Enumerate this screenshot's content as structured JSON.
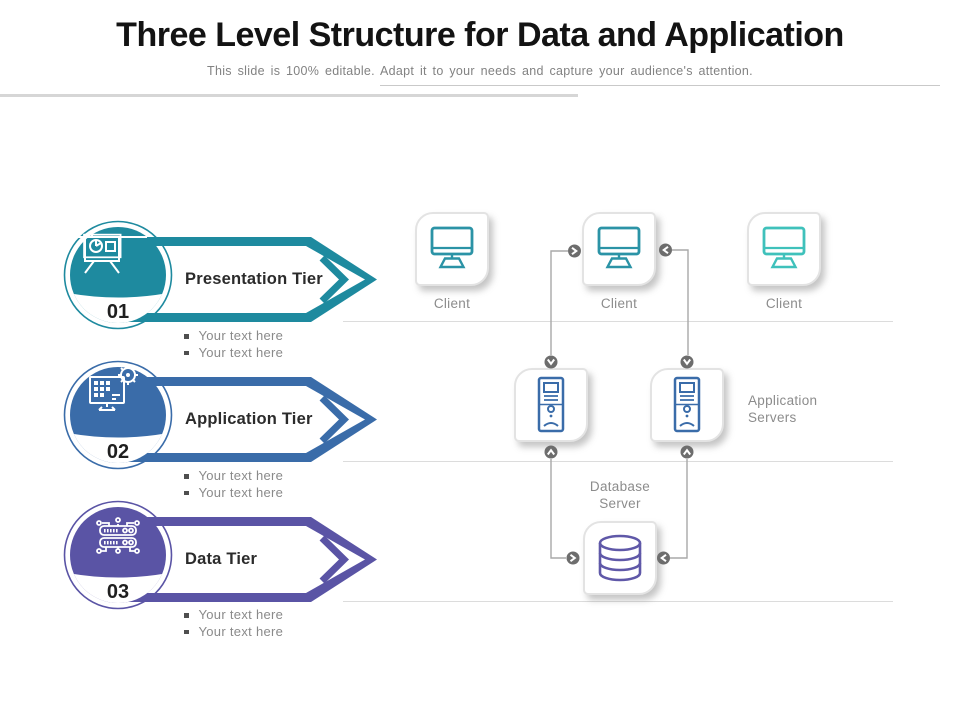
{
  "slide": {
    "title": "Three Level Structure for Data and Application",
    "subtitle": "This slide is 100% editable. Adapt it to your needs and capture your audience's attention."
  },
  "tiers": [
    {
      "number": "01",
      "title": "Presentation Tier",
      "color": "#1e8a9f",
      "icon": "presentation-screen-icon",
      "bullets": [
        "Your text here",
        "Your text here"
      ]
    },
    {
      "number": "02",
      "title": "Application Tier",
      "color": "#3a6ca9",
      "icon": "application-window-gear-icon",
      "bullets": [
        "Your text here",
        "Your text here"
      ]
    },
    {
      "number": "03",
      "title": "Data Tier",
      "color": "#5a54a5",
      "icon": "server-rack-icon",
      "bullets": [
        "Your text here",
        "Your text here"
      ]
    }
  ],
  "network": {
    "clients": [
      {
        "label": "Client",
        "icon": "monitor-icon",
        "icon_color": "#2b93a6"
      },
      {
        "label": "Client",
        "icon": "monitor-icon",
        "icon_color": "#2b93a6"
      },
      {
        "label": "Client",
        "icon": "monitor-icon",
        "icon_color": "#3fc1bb"
      }
    ],
    "app_servers_label": "Application Servers",
    "database_label": "Database Server",
    "server_icon_color": "#3a6ca9",
    "database_icon_color": "#5f58a8",
    "connector_color": "#6d6d6d",
    "line_color": "#a9a9a9"
  }
}
